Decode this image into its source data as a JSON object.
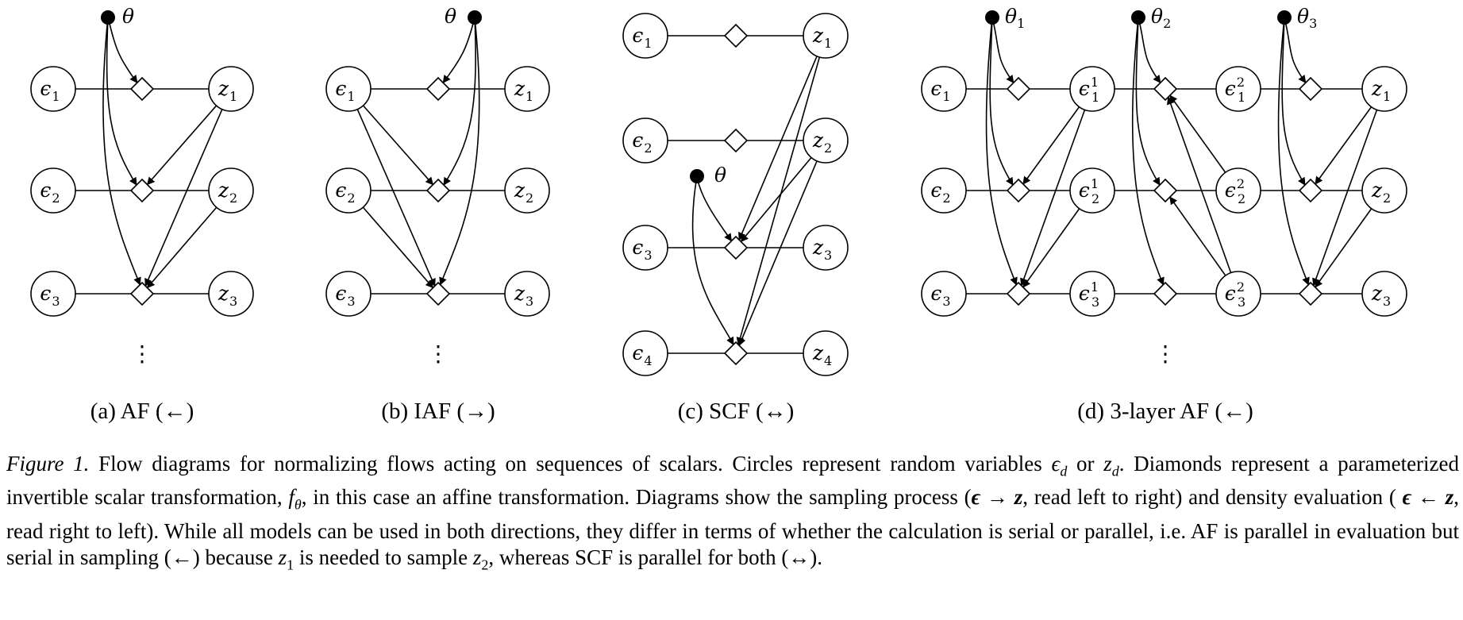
{
  "panels": [
    {
      "id": "a",
      "caption": "(a) AF (←)",
      "theta": [
        "θ"
      ],
      "eps": [
        "ϵ",
        "ϵ",
        "ϵ"
      ],
      "eps_sub": [
        "1",
        "2",
        "3"
      ],
      "z": [
        "z",
        "z",
        "z"
      ],
      "z_sub": [
        "1",
        "2",
        "3"
      ],
      "ellipsis": "⋮"
    },
    {
      "id": "b",
      "caption": "(b) IAF (→)",
      "theta": [
        "θ"
      ],
      "eps": [
        "ϵ",
        "ϵ",
        "ϵ"
      ],
      "eps_sub": [
        "1",
        "2",
        "3"
      ],
      "z": [
        "z",
        "z",
        "z"
      ],
      "z_sub": [
        "1",
        "2",
        "3"
      ],
      "ellipsis": "⋮"
    },
    {
      "id": "c",
      "caption": "(c) SCF (↔)",
      "theta": [
        "θ"
      ],
      "eps": [
        "ϵ",
        "ϵ",
        "ϵ",
        "ϵ"
      ],
      "eps_sub": [
        "1",
        "2",
        "3",
        "4"
      ],
      "z": [
        "z",
        "z",
        "z",
        "z"
      ],
      "z_sub": [
        "1",
        "2",
        "3",
        "4"
      ]
    },
    {
      "id": "d",
      "caption": "(d) 3-layer AF (←)",
      "theta": [
        "θ",
        "θ",
        "θ"
      ],
      "theta_sub": [
        "1",
        "2",
        "3"
      ],
      "eps": [
        "ϵ",
        "ϵ",
        "ϵ"
      ],
      "eps_sub": [
        "1",
        "2",
        "3"
      ],
      "eps1_sub": [
        "1",
        "2",
        "3"
      ],
      "eps1_sup": "1",
      "eps2_sub": [
        "1",
        "2",
        "3"
      ],
      "eps2_sup": "2",
      "z": [
        "z",
        "z",
        "z"
      ],
      "z_sub": [
        "1",
        "2",
        "3"
      ],
      "ellipsis": "⋮"
    }
  ],
  "caption": {
    "label": "Figure 1.",
    "parts": [
      " Flow diagrams for normalizing flows acting on sequences of scalars. Circles represent random variables ",
      " or ",
      ". Diamonds represent a parameterized invertible scalar transformation, ",
      ", in this case an affine transformation. Diagrams show the sampling process (",
      ", read left to right) and density evaluation ( ",
      ", read right to left). While all models can be used in both directions, they differ in terms of whether the calculation is serial or parallel, i.e. AF is parallel in evaluation but serial in sampling (←) because ",
      " is needed to sample ",
      ", whereas SCF is parallel for both (↔)."
    ],
    "math": [
      "ϵ",
      "d",
      "z",
      "d",
      "f",
      "θ",
      "ϵ → z",
      "ϵ ← z",
      "z",
      "1",
      "z",
      "2"
    ]
  }
}
